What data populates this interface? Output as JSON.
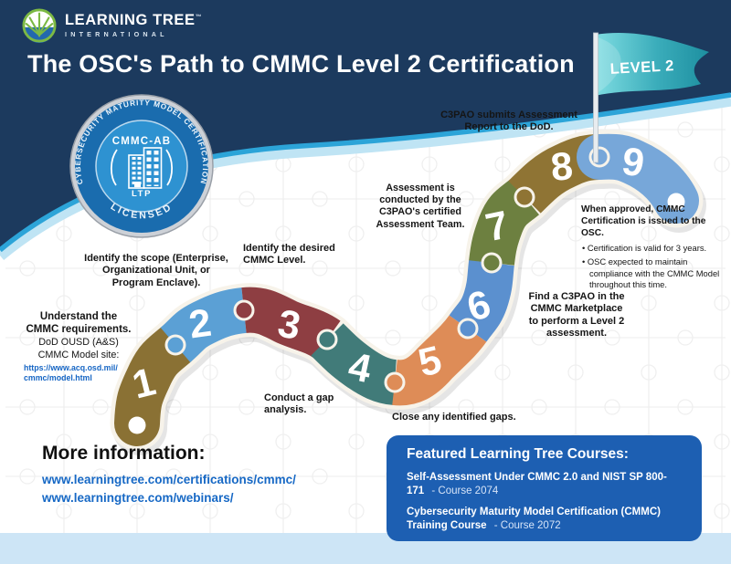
{
  "brand": {
    "name": "LEARNING TREE",
    "tm": "™",
    "subtitle": "INTERNATIONAL"
  },
  "header": {
    "title": "The OSC's Path to CMMC Level 2 Certification",
    "flag_label": "LEVEL 2",
    "bg_color": "#1c3a5e",
    "accent_color": "#2ca4d8"
  },
  "badge": {
    "ring_top": "CYBERSECURITY MATURITY MODEL CERTIFICATION",
    "ring_bottom": "LICENSED",
    "center_label": "CMMC-AB",
    "center_sub": "LTP"
  },
  "steps": [
    {
      "num": "1",
      "color": "#8a7134",
      "label": "Understand the\nCMMC requirements.",
      "sub": "DoD OUSD (A&S)\nCMMC Model site:",
      "link": "https://www.acq.osd.mil/\ncmmc/model.html"
    },
    {
      "num": "2",
      "color": "#5ba0d5",
      "label": "Identify the scope (Enterprise,\nOrganizational Unit, or\nProgram Enclave)."
    },
    {
      "num": "3",
      "color": "#8e3e42",
      "label": "Identify the desired\nCMMC Level."
    },
    {
      "num": "4",
      "color": "#417b79",
      "label": "Conduct a gap\nanalysis."
    },
    {
      "num": "5",
      "color": "#de8c57",
      "label": "Close any identified gaps."
    },
    {
      "num": "6",
      "color": "#5b90cf",
      "label": "Find a C3PAO in the\nCMMC Marketplace\nto perform a Level 2\nassessment."
    },
    {
      "num": "7",
      "color": "#6d8040",
      "label": "Assessment is\nconducted by the\nC3PAO's certified\nAssessment Team."
    },
    {
      "num": "8",
      "color": "#8f7434",
      "label": "C3PAO submits Assessment\nReport to the DoD."
    },
    {
      "num": "9",
      "color": "#77a7d9",
      "label": "When approved, CMMC\nCertification is issued to the OSC.",
      "bullets": [
        "• Certification is valid for 3 years.",
        "• OSC expected to maintain compliance with the CMMC Model throughout this time."
      ]
    }
  ],
  "more_info": {
    "title": "More information:",
    "links": [
      "www.learningtree.com/certifications/cmmc/",
      "www.learningtree.com/webinars/"
    ]
  },
  "courses": {
    "title": "Featured Learning Tree Courses:",
    "items": [
      {
        "name": "Self-Assessment Under CMMC 2.0 and NIST SP 800-171",
        "code": "- Course 2074"
      },
      {
        "name": "Cybersecurity Maturity Model Certification (CMMC) Training Course",
        "code": "- Course 2072"
      }
    ]
  }
}
